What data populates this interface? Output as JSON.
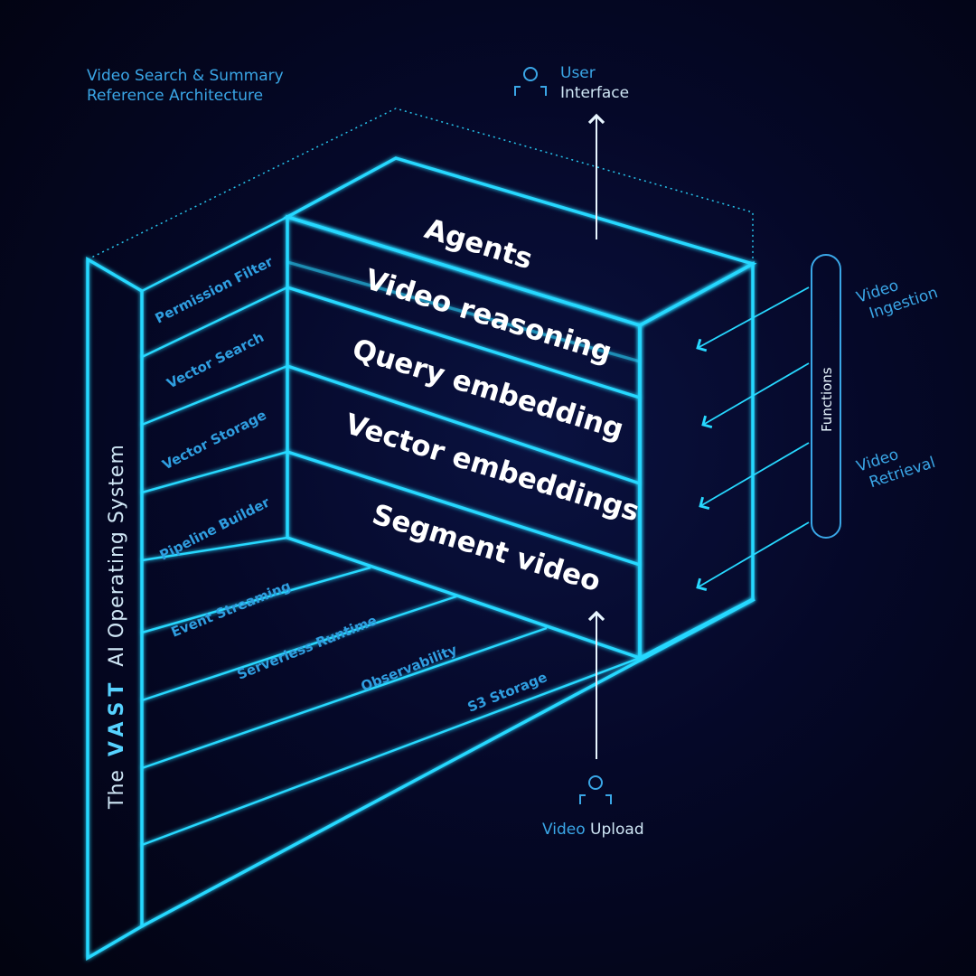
{
  "title": {
    "line1": "Video Search & Summary",
    "line2": "Reference Architecture"
  },
  "user_interface": {
    "line1": "User",
    "line2": "Interface",
    "icon": "user-icon"
  },
  "video_upload": {
    "label_blue": "Video",
    "label_white": "Upload",
    "icon": "user-icon"
  },
  "system": {
    "prefix": "The",
    "brand": "VAST",
    "suffix": "AI Operating System"
  },
  "wall_items": [
    "Permission Filter",
    "Vector Search",
    "Vector Storage",
    "Pipeline Builder",
    "Event Streaming",
    "Serverless Runtime",
    "Observability",
    "S3 Storage"
  ],
  "layers": [
    "Agents",
    "Video reasoning",
    "Query embedding",
    "Vector embeddings",
    "Segment video"
  ],
  "functions": {
    "label": "Functions",
    "ingestion": {
      "line1": "Video",
      "line2": "Ingestion"
    },
    "retrieval": {
      "line1": "Video",
      "line2": "Retrieval"
    }
  },
  "colors": {
    "accent": "#27d8ff",
    "label_blue": "#3aa6e6",
    "background": "#03051a"
  }
}
